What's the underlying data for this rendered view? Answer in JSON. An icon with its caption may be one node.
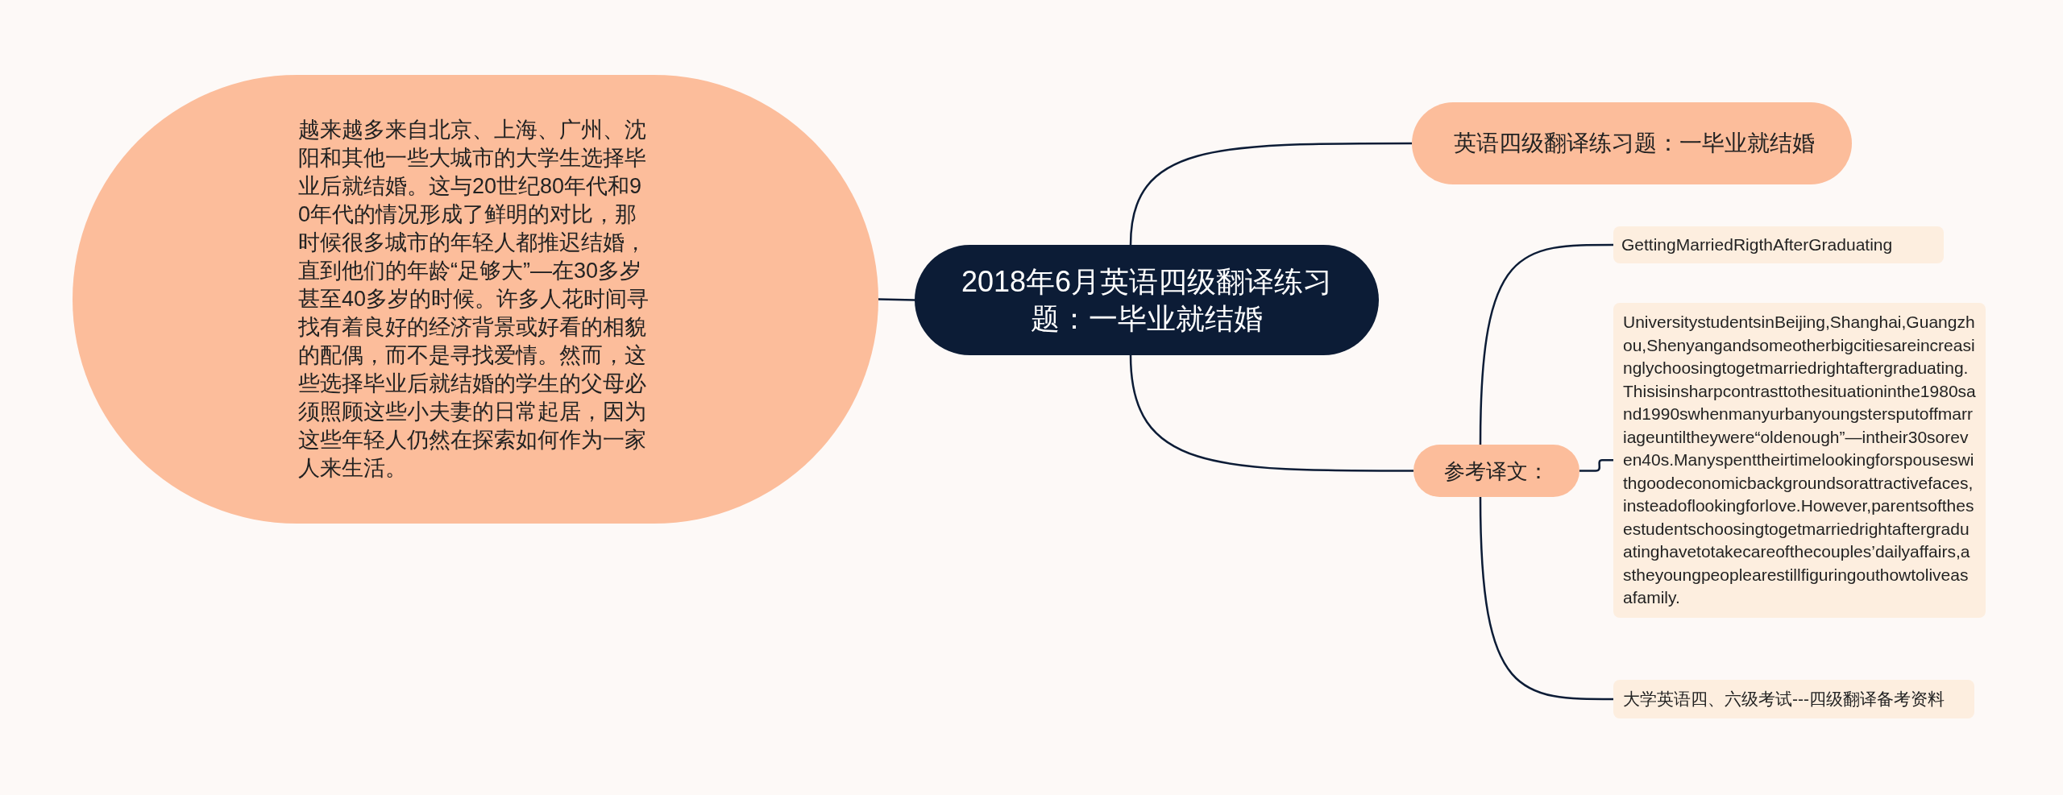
{
  "diagram": {
    "nodes": [
      {
        "text": [
          "2018年6月英语四级翻译练习题：一毕业就结婚"
        ]
      },
      {
        "text": [
          "越来越多来自北京、上海、广州、沈阳和其他一些大城市的大学生选择毕业后就结婚。这与20世纪80年代和90年代的情况形成了鲜明的对比，那时候很多城市的年轻人都推迟结婚，直到他们的年龄“足够大”—在30多岁甚至40多岁的时候。许多人花时间寻找有着良好的经济背景或好看的相貌的配偶，而不是寻找爱情。然而，这些选择毕业后就结婚的学生的父母必须照顾这些小夫妻的日常起居，因为这些年轻人仍然在探索如何作为一家人来生活。"
        ]
      },
      {
        "text": [
          "英语四级翻译练习题：一毕业就结婚"
        ]
      },
      {
        "text": [
          "参考译文："
        ]
      },
      {
        "text": [
          "GettingMarriedRigthAfterGraduating"
        ]
      },
      {
        "text": [
          "UniversitystudentsinBeijing,Shanghai,Guangzhou,Shenyangandsomeotherbigcitiesareincreasinglychoosingtogetmarriedrightaftergraduating.Thisisinsharpcontrasttothesituationinthe1980sand1990swhenmanyurbanyoungstersputoffmarriageuntiltheywere“oldenough”—intheir30soreven40s.Manyspenttheirtimelookingforspouseswithgoodeconomicbackgroundsorattractivefaces,insteadoflookingforlove.However,parentsofthesestudentschoosingtogetmarriedrightaftergraduatinghavetotakecareofthecouples’dailyaffairs,astheyoungpeoplearestillfiguringouthowtoliveasafamily."
        ]
      },
      {
        "text": [
          "大学英语四、六级考试---四级翻译备考资料"
        ]
      }
    ],
    "edges": [
      {
        "from": 0,
        "to": 1,
        "arrow": "none"
      },
      {
        "from": 0,
        "to": 2,
        "arrow": "none"
      },
      {
        "from": 0,
        "to": 3,
        "arrow": "none"
      },
      {
        "from": 3,
        "to": 4,
        "arrow": "none"
      },
      {
        "from": 3,
        "to": 5,
        "arrow": "none"
      },
      {
        "from": 3,
        "to": 6,
        "arrow": "none"
      }
    ]
  }
}
